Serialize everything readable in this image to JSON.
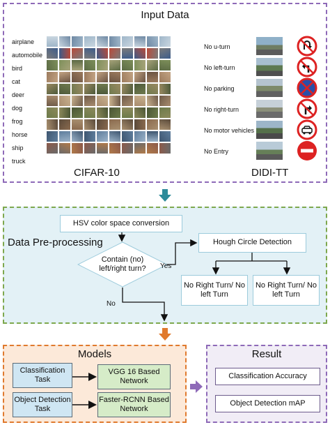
{
  "input": {
    "title": "Input Data",
    "cifar": {
      "caption": "CIFAR-10",
      "classes": [
        "airplane",
        "automobile",
        "bird",
        "cat",
        "deer",
        "dog",
        "frog",
        "horse",
        "ship",
        "truck"
      ]
    },
    "didi": {
      "caption": "DIDI-TT",
      "signs": [
        "No u-turn",
        "No left-turn",
        "No parking",
        "No right-turn",
        "No motor vehicles",
        "No Entry"
      ]
    }
  },
  "preprocessing": {
    "title": "Data Pre-processing",
    "hsv": "HSV color space conversion",
    "decision": "Contain (no) left/right turn?",
    "yes": "Yes",
    "no": "No",
    "hough": "Hough Circle Detection",
    "out_left": "No Right Turn/ No left Turn",
    "out_right": "No Right Turn/ No left Turn"
  },
  "models": {
    "title": "Models",
    "classification_task": "Classification Task",
    "vgg": "VGG 16 Based Network",
    "detection_task": "Object Detection Task",
    "faster_rcnn": "Faster-RCNN Based Network"
  },
  "result": {
    "title": "Result",
    "accuracy": "Classification Accuracy",
    "map": "Object Detection mAP"
  },
  "colors": {
    "purple": "#8e6ab8",
    "green": "#7ea84e",
    "orange": "#e07a2e",
    "teal_arrow": "#2e8b9a",
    "preproc_bg": "#e3f1f6",
    "models_bg": "#fce9d9",
    "task_box": "#cfe6f3",
    "net_box": "#d6ecc8"
  }
}
